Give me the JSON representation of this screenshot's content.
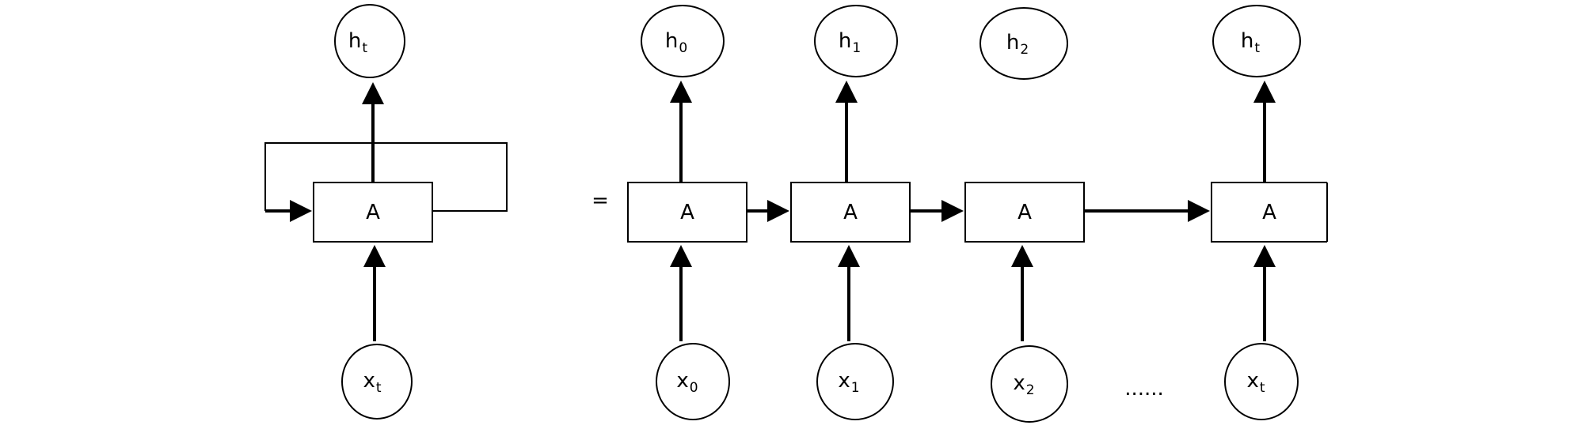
{
  "folded": {
    "cell_label": "A",
    "output": {
      "base": "h",
      "sub": "t"
    },
    "input": {
      "base": "x",
      "sub": "t"
    }
  },
  "equals": "=",
  "unrolled": {
    "cell_labels": [
      "A",
      "A",
      "A",
      "A"
    ],
    "outputs": [
      {
        "base": "h",
        "sub": "0"
      },
      {
        "base": "h",
        "sub": "1"
      },
      {
        "base": "h",
        "sub": "2"
      },
      {
        "base": "h",
        "sub": "t"
      }
    ],
    "inputs": [
      {
        "base": "x",
        "sub": "0"
      },
      {
        "base": "x",
        "sub": "1"
      },
      {
        "base": "x",
        "sub": "2"
      },
      {
        "base": "x",
        "sub": "t"
      }
    ],
    "ellipsis": "......"
  }
}
